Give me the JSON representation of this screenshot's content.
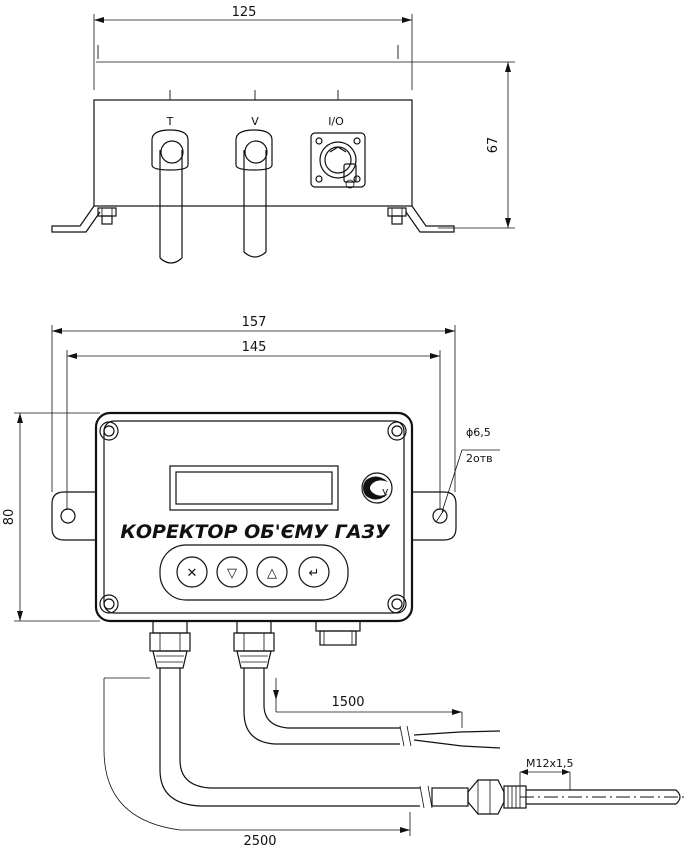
{
  "top_view": {
    "width_dim": "125",
    "height_dim": "67",
    "port_t": "T",
    "port_v": "V",
    "port_io": "I/O"
  },
  "front_view": {
    "overall_width_dim": "157",
    "mount_width_dim": "145",
    "height_dim": "80",
    "hole_dia": "ϕ6,5",
    "hole_count": "2отв",
    "title": "КОРЕКТОР ОБ'ЄМУ ГАЗУ",
    "logo_letter": "у",
    "cable_length_1": "1500",
    "cable_length_2": "2500",
    "thread": "M12x1,5"
  },
  "buttons": {
    "cancel": "✕",
    "down": "▽",
    "up": "△",
    "enter": "↵"
  }
}
